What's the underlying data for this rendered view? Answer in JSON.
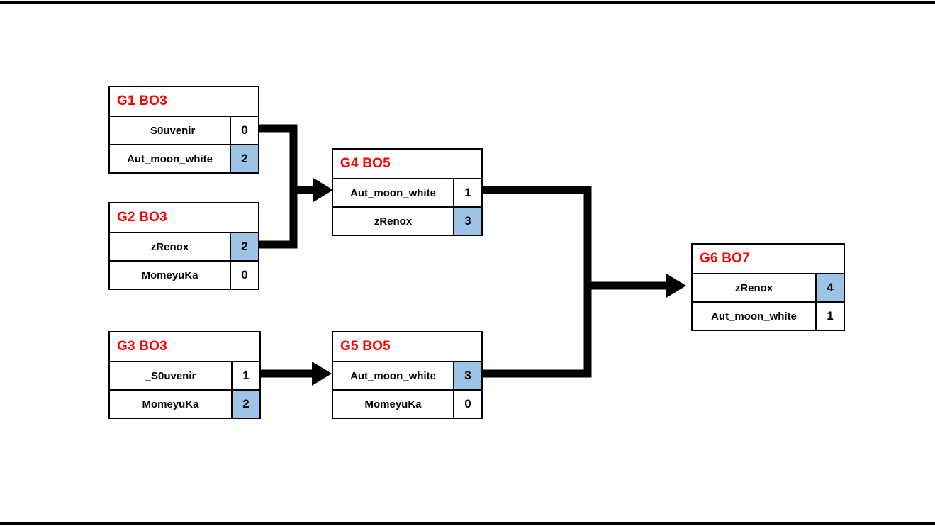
{
  "colors": {
    "red": "#ff0000",
    "blue": "#9dc3e6",
    "line": "#000000",
    "bg": "#ffffff"
  },
  "matches": {
    "g1": {
      "title": "G1 BO3",
      "rows": [
        {
          "name": "_S0uvenir",
          "score": "0",
          "winner": false
        },
        {
          "name": "Aut_moon_white",
          "score": "2",
          "winner": true
        }
      ]
    },
    "g2": {
      "title": "G2 BO3",
      "rows": [
        {
          "name": "zRenox",
          "score": "2",
          "winner": true
        },
        {
          "name": "MomeyuKa",
          "score": "0",
          "winner": false
        }
      ]
    },
    "g3": {
      "title": "G3 BO3",
      "rows": [
        {
          "name": "_S0uvenir",
          "score": "1",
          "winner": false
        },
        {
          "name": "MomeyuKa",
          "score": "2",
          "winner": true
        }
      ]
    },
    "g4": {
      "title": "G4 BO5",
      "rows": [
        {
          "name": "Aut_moon_white",
          "score": "1",
          "winner": false
        },
        {
          "name": "zRenox",
          "score": "3",
          "winner": true
        }
      ]
    },
    "g5": {
      "title": "G5 BO5",
      "rows": [
        {
          "name": "Aut_moon_white",
          "score": "3",
          "winner": true
        },
        {
          "name": "MomeyuKa",
          "score": "0",
          "winner": false
        }
      ]
    },
    "g6": {
      "title": "G6 BO7",
      "rows": [
        {
          "name": "zRenox",
          "score": "4",
          "winner": true
        },
        {
          "name": "Aut_moon_white",
          "score": "1",
          "winner": false
        }
      ]
    }
  }
}
